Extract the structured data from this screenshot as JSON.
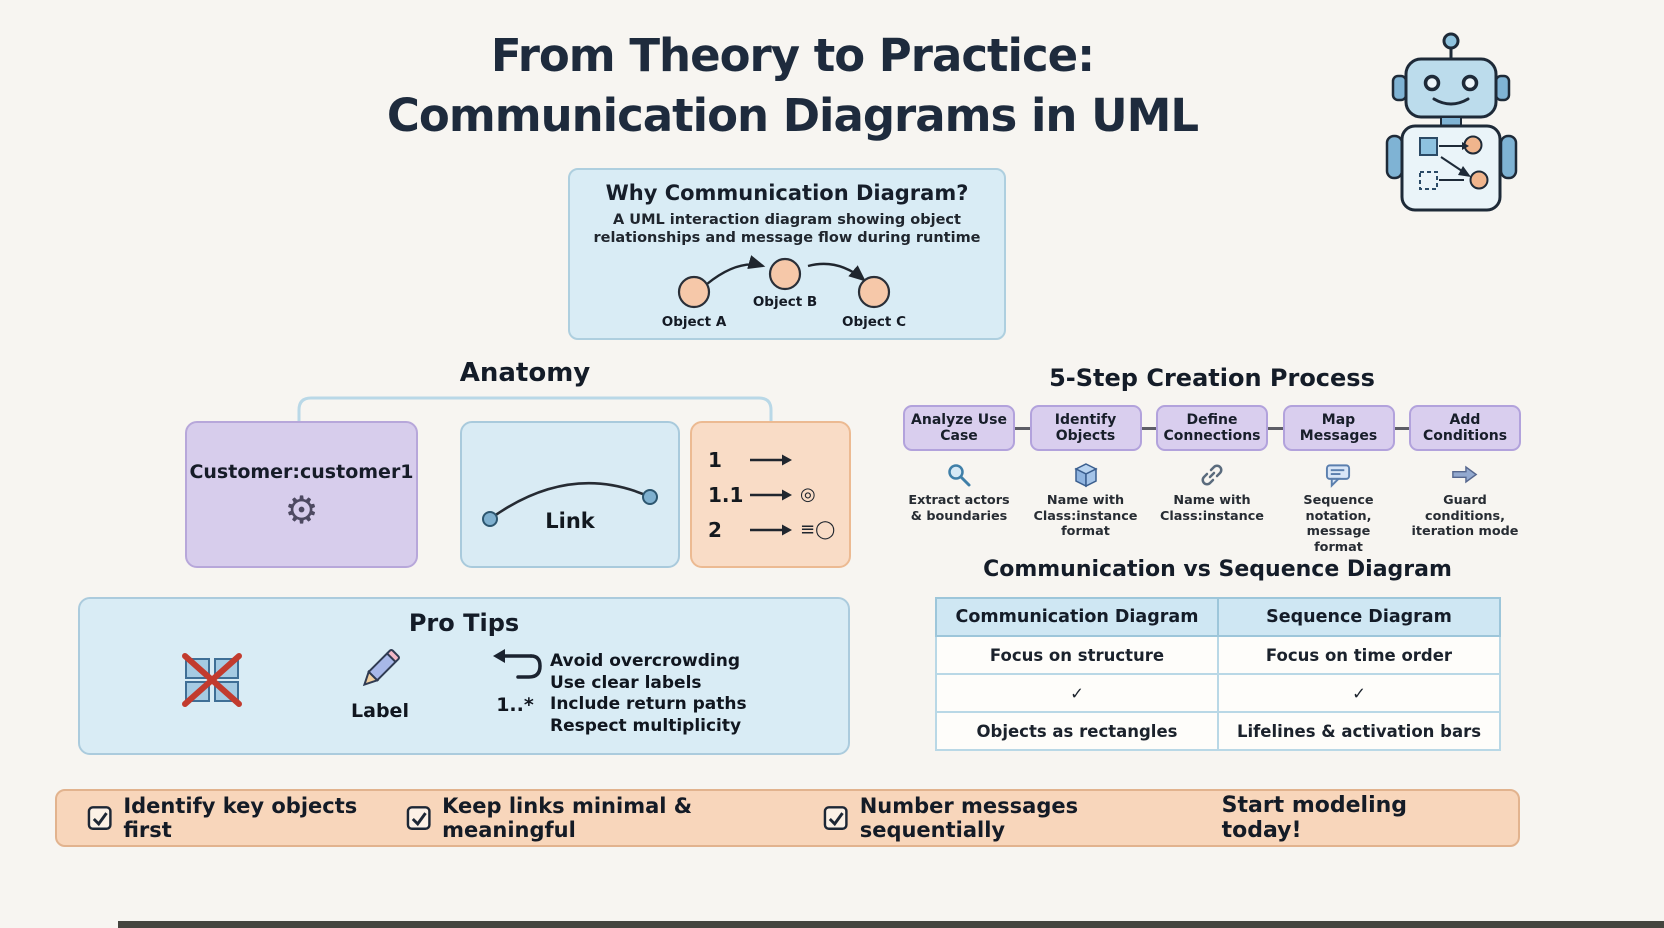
{
  "title": {
    "line1": "From Theory to Practice:",
    "line2": "Communication Diagrams in UML"
  },
  "why_box": {
    "title": "Why Communication Diagram?",
    "description": "A UML interaction diagram showing object relationships and message flow during runtime",
    "objects": [
      "Object A",
      "Object B",
      "Object C"
    ]
  },
  "anatomy": {
    "title": "Anatomy",
    "object_label": "Customer:customer1",
    "link_label": "Link",
    "messages": [
      {
        "number": "1",
        "icon": ""
      },
      {
        "number": "1.1",
        "icon": "◎"
      },
      {
        "number": "2",
        "icon": "≡◯"
      }
    ]
  },
  "process": {
    "title": "5-Step Creation Process",
    "steps": [
      {
        "label": "Analyze Use Case",
        "description": "Extract actors & boundaries",
        "icon": "magnifier-icon"
      },
      {
        "label": "Identify Objects",
        "description": "Name with Class:instance format",
        "icon": "cube-icon"
      },
      {
        "label": "Define Connections",
        "description": "Name with Class:instance",
        "icon": "link-icon"
      },
      {
        "label": "Map Messages",
        "description": "Sequence notation, message format",
        "icon": "message-icon"
      },
      {
        "label": "Add Conditions",
        "description": "Guard conditions, iteration mode",
        "icon": "arrow-icon"
      }
    ]
  },
  "comparison": {
    "title": "Communication vs Sequence Diagram",
    "headers": [
      "Communication Diagram",
      "Sequence Diagram"
    ],
    "rows": [
      [
        "Focus on structure",
        "Focus on time order"
      ],
      [
        "✓",
        "✓"
      ],
      [
        "Objects as rectangles",
        "Lifelines & activation bars"
      ]
    ]
  },
  "pro_tips": {
    "title": "Pro Tips",
    "pencil_label": "Label",
    "multiplicity_label": "1..*",
    "tips": [
      "Avoid overcrowding",
      "Use clear labels",
      "Include return paths",
      "Respect multiplicity"
    ]
  },
  "footer": {
    "items": [
      "Identify key objects first",
      "Keep links minimal & meaningful",
      "Number messages sequentially"
    ],
    "cta": "Start modeling today!"
  },
  "icons": {
    "gear": "⚙"
  },
  "colors": {
    "background": "#f7f5f1",
    "heading": "#1e2b3d",
    "light_blue_panel": "#d9ecf5",
    "purple_panel": "#d7cdec",
    "peach_panel": "#f9dcc6",
    "banner": "#f8d6bb",
    "table_header": "#cfe7f3"
  }
}
